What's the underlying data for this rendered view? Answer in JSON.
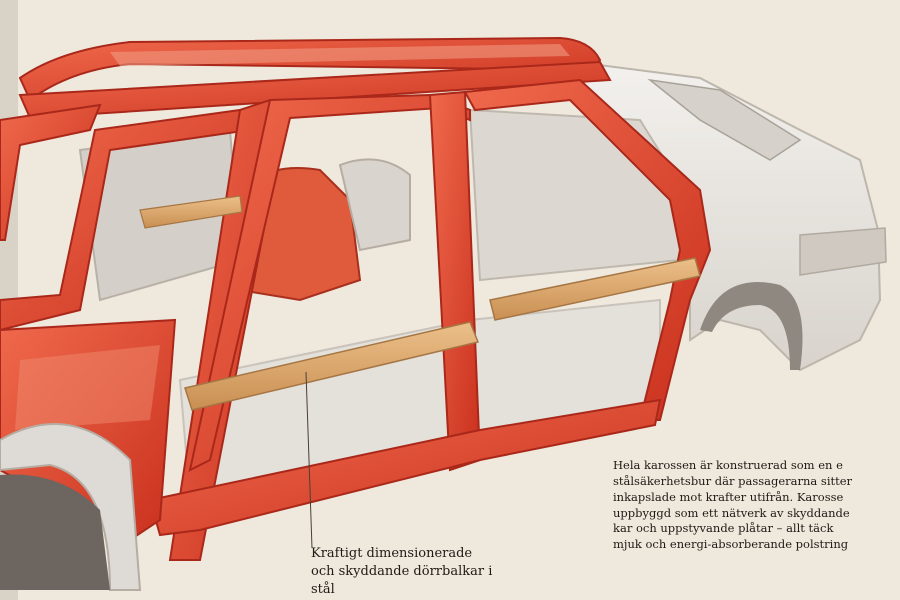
{
  "page": {
    "background": "#efe8dc"
  },
  "colors": {
    "frame_red": "#e0432b",
    "frame_red_dark": "#b5281a",
    "frame_highlight": "#f08a6e",
    "panel_white": "#e9e6e2",
    "panel_shadow": "#c9c3bc",
    "door_beam": "#d9a768",
    "text": "#1f1a16"
  },
  "illustration": {
    "subject": "car-body-safety-cage",
    "items": [
      "red-safety-cage-frame",
      "white-rear-body-panel",
      "rear-wheel-arch",
      "door-reinforcement-beams",
      "seat",
      "floor-panel"
    ]
  },
  "captions": {
    "corner_text": "",
    "door_beams": "Kraftigt dimensionerade\noch skyddande dörrbalkar i\nstål",
    "body_text": "Hela karossen är konstruerad som en e\nstålsäkerhetsbur där passagerarna sitter\ninkapslade mot krafter utifrån. Karosse\nuppbyggd som ett nätverk av skyddande\nkar och uppstyvande plåtar – allt täck\nmjuk och energi-absorberande polstring"
  }
}
